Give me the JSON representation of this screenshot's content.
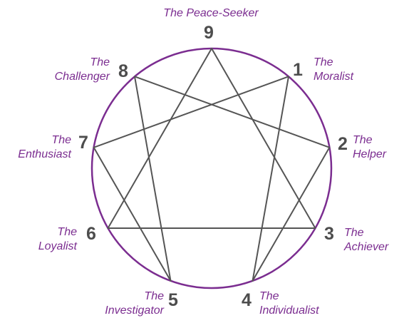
{
  "colors": {
    "circle": "#7b2d90",
    "lines": "#555555",
    "numbers": "#4d4d4d",
    "labels": "#7b2d90"
  },
  "points": [
    {
      "number": "9",
      "label": [
        "The Peace-Seeker"
      ]
    },
    {
      "number": "1",
      "label": [
        "The",
        "Moralist"
      ]
    },
    {
      "number": "2",
      "label": [
        "The",
        "Helper"
      ]
    },
    {
      "number": "3",
      "label": [
        "The",
        "Achiever"
      ]
    },
    {
      "number": "4",
      "label": [
        "The",
        "Individualist"
      ]
    },
    {
      "number": "5",
      "label": [
        "The",
        "Investigator"
      ]
    },
    {
      "number": "6",
      "label": [
        "The",
        "Loyalist"
      ]
    },
    {
      "number": "7",
      "label": [
        "The",
        "Enthusiast"
      ]
    },
    {
      "number": "8",
      "label": [
        "The",
        "Challenger"
      ]
    }
  ],
  "connections": [
    [
      "1",
      "4"
    ],
    [
      "4",
      "2"
    ],
    [
      "2",
      "8"
    ],
    [
      "8",
      "5"
    ],
    [
      "5",
      "7"
    ],
    [
      "7",
      "1"
    ],
    [
      "9",
      "3"
    ],
    [
      "3",
      "6"
    ],
    [
      "6",
      "9"
    ]
  ]
}
